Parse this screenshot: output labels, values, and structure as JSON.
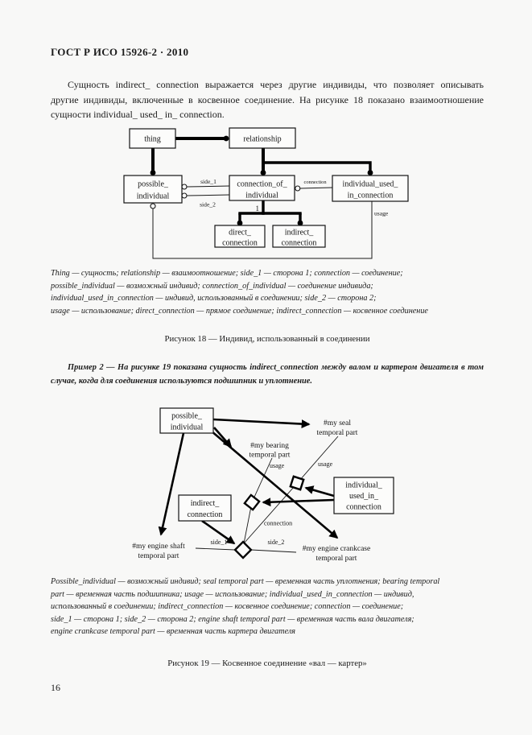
{
  "page": {
    "header": "ГОСТ Р ИСО 15926-2 · 2010",
    "page_number": "16"
  },
  "intro": {
    "lines": [
      "Сущность indirect_ connection выражается через другие индивиды, что позволяет описывать",
      "другие индивиды, включенные в косвенное соединение. На рисунке 18 показано взаимоотношение",
      "сущности individual_ used_ in_ connection."
    ]
  },
  "figure18": {
    "boxes": {
      "thing": "thing",
      "relationship": "relationship",
      "possible_individual": [
        "possible_",
        "individual"
      ],
      "connection_of_individual": [
        "connection_of_",
        "individual"
      ],
      "individual_used_in_connection": [
        "individual_used_",
        "in_connection"
      ],
      "direct_connection": [
        "direct_",
        "connection"
      ],
      "indirect_connection": [
        "indirect_",
        "connection"
      ]
    },
    "labels": {
      "side_1": "side_1",
      "side_2": "side_2",
      "connection": "connection",
      "usage": "usage",
      "cardinality": "1"
    },
    "legend_lines": [
      "Thing — сущность; relationship — взаимоотношение; side_1 — сторона 1; connection — соединение;",
      "possible_individual — возможный индивид; connection_of_individual — соединение индивида;",
      "individual_used_in_connection — индивид, использованный в соединении; side_2 — сторона 2;",
      "usage — использование; direct_connection — прямое соединение; indirect_connection — косвенное соединение"
    ],
    "caption": "Рисунок 18 — Индивид, использованный в соединении"
  },
  "example": {
    "lines": [
      "Пример 2 — На рисунке 19 показана сущность indirect_connection между валом и картером двигателя в том",
      "случае, когда для соединения используются подшипник и уплотнение."
    ]
  },
  "figure19": {
    "boxes": {
      "possible_individual": [
        "possible_",
        "individual"
      ],
      "indirect_connection": [
        "indirect_",
        "connection"
      ],
      "individual_used_in_connection": [
        "individual_",
        "used_in_",
        "connection"
      ]
    },
    "instances": {
      "seal": [
        "#my seal",
        "temporal part"
      ],
      "bearing": [
        "#my bearing",
        "temporal part"
      ],
      "engine_shaft": [
        "#my engine shaft",
        "temporal part"
      ],
      "engine_crankcase": [
        "#my engine crankcase",
        "temporal part"
      ]
    },
    "labels": {
      "usage_bearing": "usage",
      "usage_seal": "usage",
      "connection": "connection",
      "side_1": "side_1",
      "side_2": "side_2"
    },
    "legend_lines": [
      "Possible_individual — возможный индивид; seal temporal part — временная часть уплотнения; bearing temporal",
      "part — временная часть подшипника; usage — использование; individual_used_in_connection — индивид,",
      "использованный в соединении; indirect_connection — косвенное соединение; connection — соединение;",
      "side_1 — сторона 1; side_2 — сторона 2; engine shaft temporal part — временная часть вала двигателя;",
      "engine crankcase temporal part — временная часть картера двигателя"
    ],
    "caption": "Рисунок 19 — Косвенное соединение «вал — картер»"
  }
}
